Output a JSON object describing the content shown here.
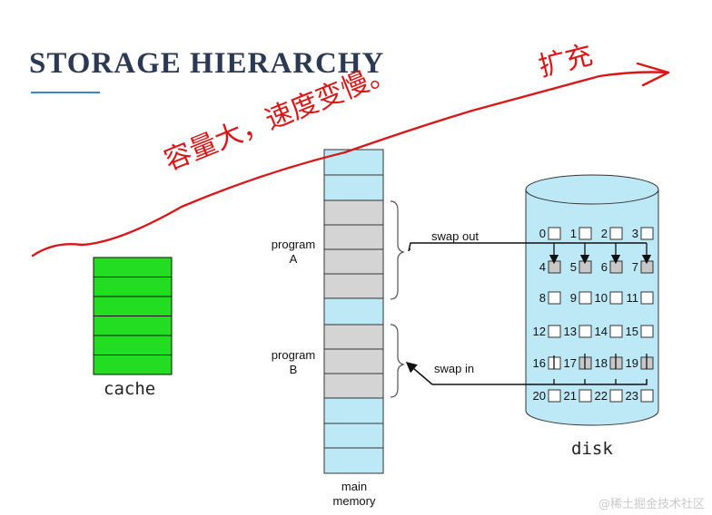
{
  "title": "STORAGE HIERARCHY",
  "colors": {
    "title": "#2b3a52",
    "underline": "#3a86c8",
    "cache": "#22dd22",
    "memory_free": "#bde9f7",
    "memory_used": "#d4d4d4",
    "disk_fill": "#bde9f7",
    "annotation": "#d81818"
  },
  "cache": {
    "label": "cache",
    "rows": 6
  },
  "memory": {
    "label_line1": "main",
    "label_line2": "memory",
    "program_a_line1": "program",
    "program_a_line2": "A",
    "program_b_line1": "program",
    "program_b_line2": "B"
  },
  "swap_out_label": "swap out",
  "swap_in_label": "swap in",
  "disk": {
    "label": "disk",
    "blocks": [
      [
        "0",
        "1",
        "2",
        "3"
      ],
      [
        "4",
        "5",
        "6",
        "7"
      ],
      [
        "8",
        "9",
        "10",
        "11"
      ],
      [
        "12",
        "13",
        "14",
        "15"
      ],
      [
        "16",
        "17",
        "18",
        "19"
      ],
      [
        "20",
        "21",
        "22",
        "23"
      ]
    ]
  },
  "annotations": {
    "handwriting_1": "容量大，速度变慢。",
    "handwriting_2": "扩充"
  },
  "watermark": "@稀土掘金技术社区"
}
